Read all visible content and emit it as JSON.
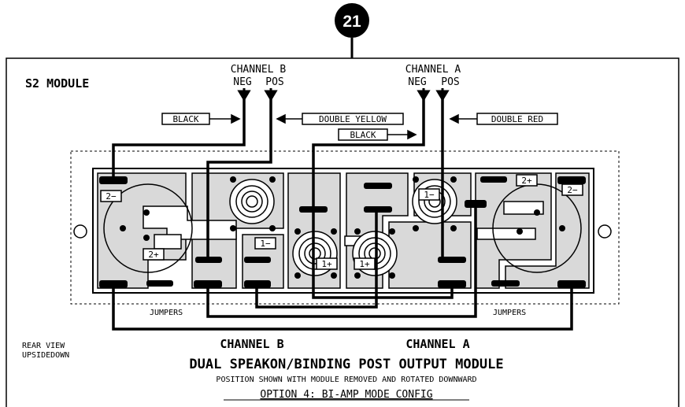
{
  "callout": {
    "number": "21"
  },
  "module_label": "S2 MODULE",
  "channel_b": {
    "header": "CHANNEL B",
    "neg": "NEG",
    "pos": "POS"
  },
  "channel_a": {
    "header": "CHANNEL A",
    "neg": "NEG",
    "pos": "POS"
  },
  "wire_tags": {
    "black_b": "BLACK",
    "double_yellow": "DOUBLE YELLOW",
    "black_a": "BLACK",
    "double_red": "DOUBLE RED"
  },
  "terminals": {
    "left_2neg": "2−",
    "left_2pos": "2+",
    "mid_1neg_left": "1−",
    "mid_1pos_left": "1+",
    "mid_1pos_right": "1+",
    "mid_1neg_right": "1−",
    "right_2pos": "2+",
    "right_2neg": "2−"
  },
  "jumpers": {
    "left": "JUMPERS",
    "right": "JUMPERS"
  },
  "rear_view": {
    "line1": "REAR VIEW",
    "line2": "UPSIDEDOWN"
  },
  "bottom": {
    "channel_b": "CHANNEL B",
    "channel_a": "CHANNEL A",
    "title": "DUAL SPEAKON/BINDING POST OUTPUT MODULE",
    "subtitle": "POSITION SHOWN WITH MODULE REMOVED AND ROTATED DOWNWARD",
    "option": "OPTION 4: BI-AMP MODE CONFIG"
  },
  "colors": {
    "ink": "#000000",
    "board": "#d9d9d9",
    "paper": "#ffffff"
  }
}
